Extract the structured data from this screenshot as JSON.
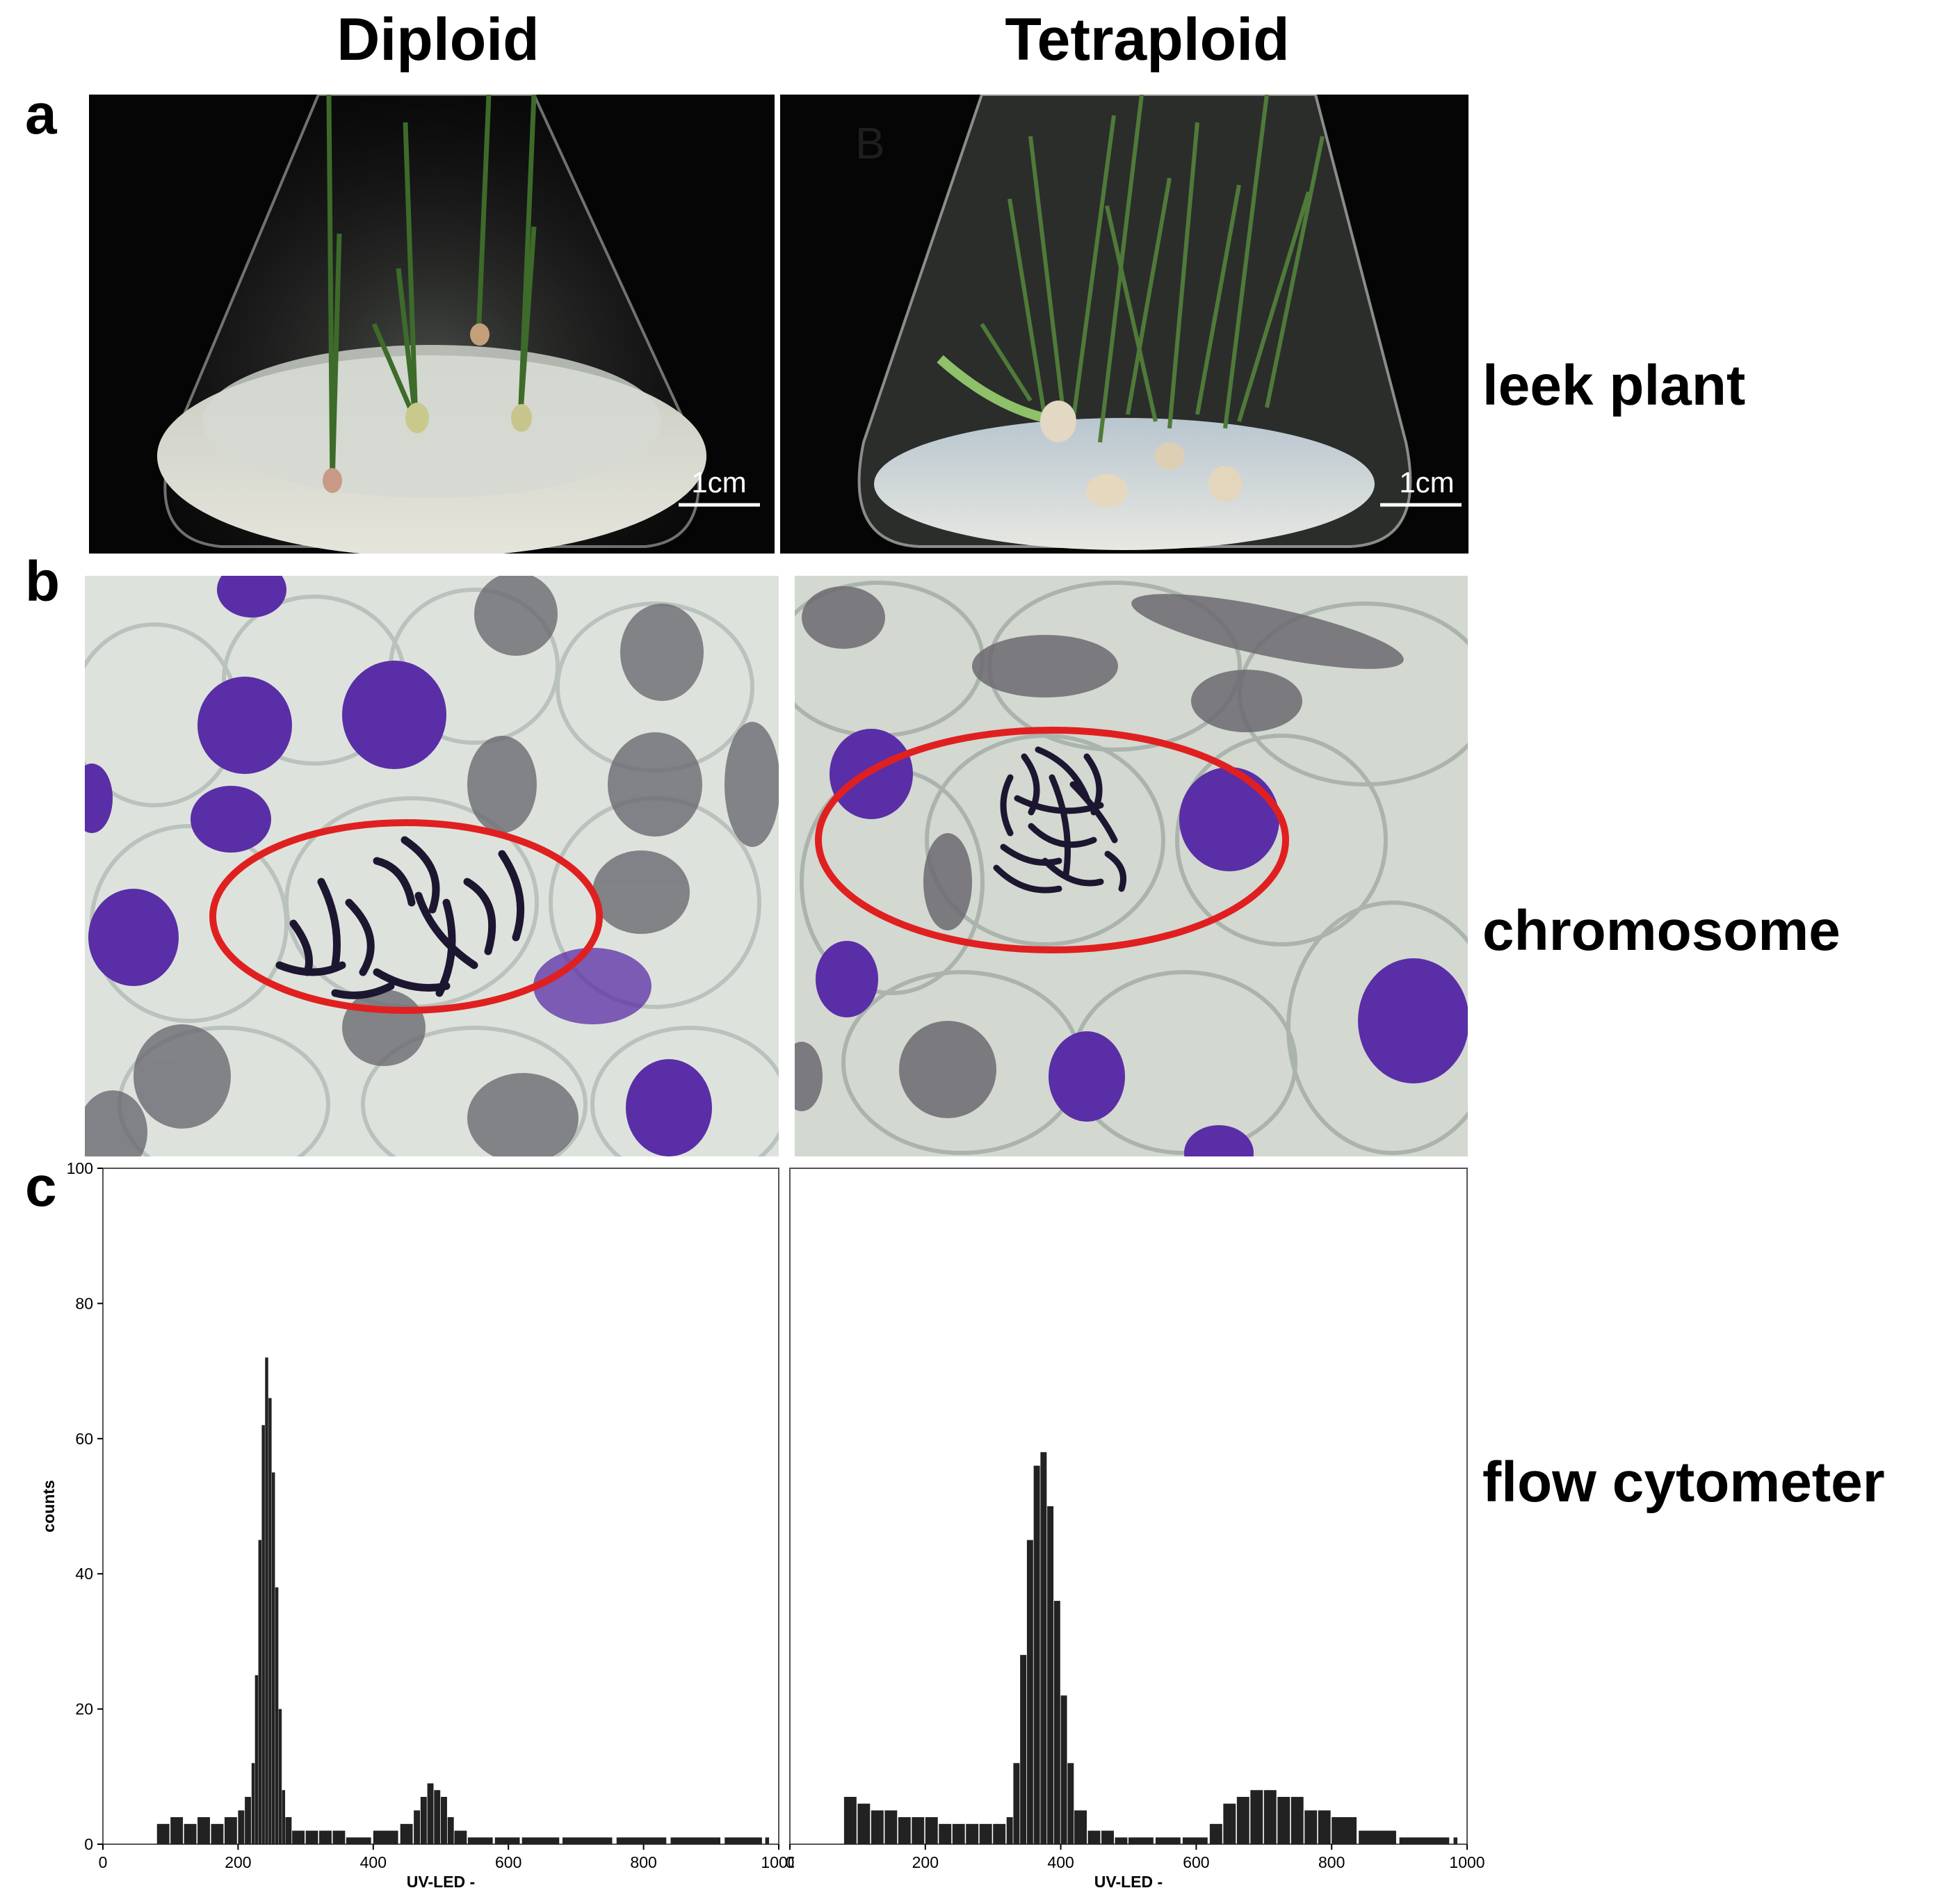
{
  "columns": {
    "left_title": "Diploid",
    "right_title": "Tetraploid"
  },
  "panels": {
    "a": "a",
    "b": "b",
    "c": "c"
  },
  "row_labels": {
    "a": "leek plant",
    "b": "chromosome",
    "c": "flow cytometer"
  },
  "photo_overlays": {
    "tetraploid_letter": "B",
    "left_scale": "1cm",
    "right_scale": "1cm"
  },
  "colors": {
    "photo_background": "#050505",
    "agar": "#dfe0d6",
    "cell_background": "#d9dfd7",
    "nucleus_purple": "#5a2ea6",
    "highlight_ring": "#e02020",
    "histogram_fill": "#222222"
  },
  "chart_data": [
    {
      "type": "bar",
      "panel": "Diploid",
      "xlabel": "UV-LED  -",
      "ylabel": "counts",
      "xlim": [
        0,
        1000
      ],
      "ylim": [
        0,
        100
      ],
      "x_ticks": [
        "0",
        "200",
        "400",
        "600",
        "800",
        "1000"
      ],
      "y_ticks": [
        "0",
        "20",
        "40",
        "60",
        "80",
        "100"
      ],
      "x": [
        80,
        100,
        120,
        140,
        160,
        180,
        200,
        210,
        220,
        225,
        230,
        235,
        240,
        245,
        250,
        255,
        260,
        265,
        270,
        280,
        300,
        320,
        340,
        360,
        400,
        440,
        460,
        470,
        480,
        490,
        500,
        510,
        520,
        540,
        580,
        620,
        680,
        760,
        840,
        920,
        980
      ],
      "values": [
        3,
        4,
        3,
        4,
        3,
        4,
        5,
        7,
        12,
        25,
        45,
        62,
        72,
        66,
        55,
        38,
        20,
        8,
        4,
        2,
        2,
        2,
        2,
        1,
        2,
        3,
        5,
        7,
        9,
        8,
        7,
        4,
        2,
        1,
        1,
        1,
        1,
        1,
        1,
        1,
        1
      ]
    },
    {
      "type": "bar",
      "panel": "Tetraploid",
      "xlabel": "UV-LED  -",
      "ylabel": "",
      "xlim": [
        0,
        1000
      ],
      "ylim": [
        0,
        100
      ],
      "x_ticks": [
        "0",
        "200",
        "400",
        "600",
        "800",
        "1000"
      ],
      "y_ticks": [],
      "x": [
        80,
        100,
        120,
        140,
        160,
        180,
        200,
        220,
        240,
        260,
        280,
        300,
        320,
        330,
        340,
        350,
        360,
        370,
        380,
        390,
        400,
        410,
        420,
        440,
        460,
        480,
        500,
        540,
        580,
        620,
        640,
        660,
        680,
        700,
        720,
        740,
        760,
        780,
        800,
        840,
        900,
        980
      ],
      "values": [
        7,
        6,
        5,
        5,
        4,
        4,
        4,
        3,
        3,
        3,
        3,
        3,
        4,
        12,
        28,
        45,
        56,
        58,
        50,
        36,
        22,
        12,
        5,
        2,
        2,
        1,
        1,
        1,
        1,
        3,
        6,
        7,
        8,
        8,
        7,
        7,
        5,
        5,
        4,
        2,
        1,
        1
      ]
    }
  ]
}
